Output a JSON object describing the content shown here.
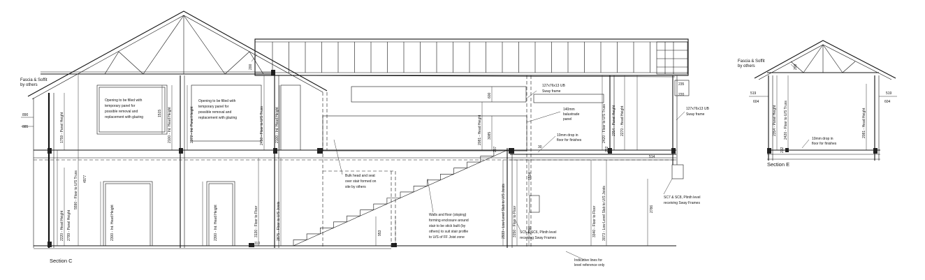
{
  "labels": {
    "fascia_left": [
      "Fascia & Soffit",
      "by others"
    ],
    "fascia_right": [
      "Fascia & Soffit",
      "by others"
    ],
    "section_c": "Section C",
    "section_e": "Section E"
  },
  "notes": {
    "opening1": [
      "Opening to be filled with",
      "temporary panel for",
      "possible removal and",
      "replacement with glazing"
    ],
    "opening2": [
      "Opening to be filled with",
      "temporary panel for",
      "possible removal and",
      "replacement with glazing"
    ],
    "ub1": [
      "127x76x13 UB",
      "Sway frame"
    ],
    "ub2": [
      "127x76x13 UB",
      "Sway frame"
    ],
    "balustrade": [
      "140mm",
      "balustrade",
      "panel"
    ],
    "drop1": [
      "10mm drop in",
      "floor for finishes"
    ],
    "drop2": [
      "10mm drop in",
      "floor for finishes"
    ],
    "bulkhead": [
      "Bulk head and seat",
      "over stair formed on",
      "site by others"
    ],
    "walls": [
      "Walls and floor (sloping)",
      "forming enclosure around",
      "stair to be stick built (by",
      "others) to suit stair profile",
      "to U/S of FF Joist zone"
    ],
    "sc56": [
      "SC5 & SC6, Plinth level",
      "receiving Sway Frames"
    ],
    "sc78": [
      "SC7 & SC8, Plinth level",
      "receiving Sway Frames"
    ],
    "indicative": [
      "Indicative lines for",
      "level reference only"
    ]
  },
  "dims": {
    "d1": "1759 - Panel Height",
    "d2": "5590 - Floor to U/S Truss",
    "d3": "4977",
    "d4": "2220 - Head Height",
    "d5": "2799 - Panel Height",
    "d6": "2300 - Int. Head Height",
    "d7": "2100 - Int. Head Height",
    "d8": "1515",
    "d9": "2372 - Int. Panel Height",
    "d10": "2410 - Floor to U/S Truss",
    "d11": "2100 - Int. Head Height",
    "d12": "2300 - Int. Head Height",
    "d13": "3130 - Floor to Floor",
    "d14": "2875 - Floor to U/S Joists",
    "d15": "2081 - Head Height",
    "d16": "3085",
    "d17": "600",
    "d18": "2933 - Low Level Slab to U/S Joists",
    "d19": "3150 - Floor to Floor",
    "d20": "1514",
    "d21": "2786",
    "d22": "953",
    "d23": "3340 - Floor to Floor",
    "d24": "3073 - Low Level Slab to U/S Joists",
    "d25": "2354 - Panel Height",
    "d26": "2270 - Head Height",
    "d27": "2420 - Floor to U/S Truss",
    "d28": "2786",
    "d29": "235",
    "d30": "220",
    "d31": "514",
    "d32": "30",
    "d33": "890",
    "d34": "885",
    "d35": "200",
    "d36": "110",
    "d37": "237",
    "d38": "232",
    "e1": "519",
    "e2": "604",
    "e3": "519",
    "e4": "604",
    "e5": "2354 - Panel Height",
    "e6": "2420 - Floor to U/S Truss",
    "e7": "2081 - Head Height",
    "e8": "232",
    "e9": "200"
  }
}
